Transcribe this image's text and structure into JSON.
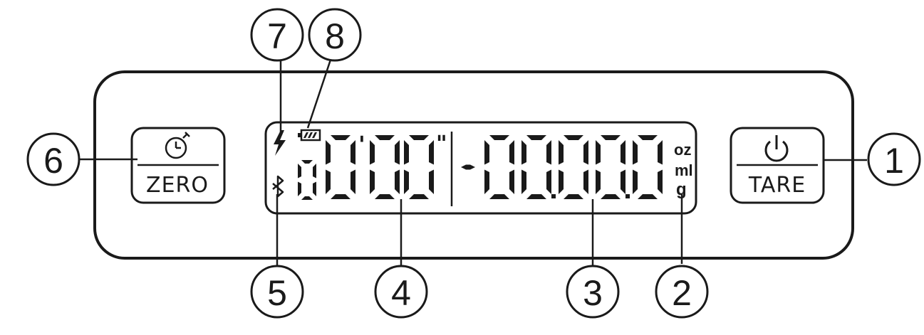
{
  "device": {
    "zero_button": {
      "label": "ZERO",
      "icon": "stopwatch-icon"
    },
    "tare_button": {
      "label": "TARE",
      "icon": "power-icon"
    },
    "display": {
      "timer_prefix": "0",
      "timer_minutes": "0",
      "timer_seconds": "00",
      "minute_mark": "'",
      "second_mark": "\"",
      "weight_sign": "-",
      "weight_value": "00.00.0",
      "units": [
        "oz",
        "ml",
        "g"
      ],
      "indicators": {
        "charging": "lightning-icon",
        "battery": "battery-icon",
        "bluetooth": "bluetooth-icon"
      }
    }
  },
  "callouts": [
    {
      "number": "1"
    },
    {
      "number": "2"
    },
    {
      "number": "3"
    },
    {
      "number": "4"
    },
    {
      "number": "5"
    },
    {
      "number": "6"
    },
    {
      "number": "7"
    },
    {
      "number": "8"
    }
  ]
}
